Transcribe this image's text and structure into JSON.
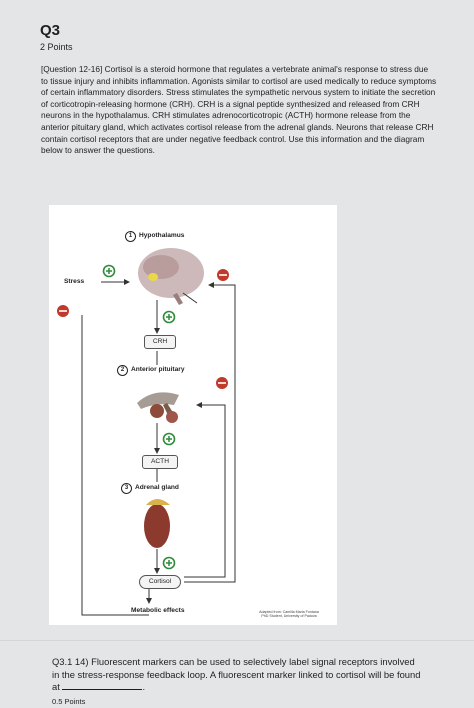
{
  "question": {
    "title": "Q3",
    "points": "2 Points",
    "passage": "[Question 12-16] Cortisol is a steroid hormone that regulates a vertebrate animal's response to stress due to tissue injury and inhibits inflammation. Agonists similar to cortisol are used medically to reduce symptoms of certain inflammatory disorders. Stress stimulates the sympathetic nervous system to initiate the secretion of corticotropin-releasing hormone (CRH). CRH is a signal peptide synthesized and released from CRH neurons in the hypothalamus. CRH stimulates adrenocorticotropic (ACTH) hormone release from the anterior pituitary gland, which activates cortisol release from the adrenal glands. Neurons that release CRH contain cortisol receptors that are under negative feedback control. Use this information and the diagram below to answer the questions."
  },
  "diagram": {
    "stress_label": "Stress",
    "step1_number": "1",
    "step1_label": "Hypothalamus",
    "crh_label": "CRH",
    "step2_number": "2",
    "step2_label": "Anterior pituitary",
    "acth_label": "ACTH",
    "step3_number": "3",
    "step3_label": "Adrenal gland",
    "cortisol_label": "Cortisol",
    "metabolic_label": "Metabolic effects",
    "credit_line1": "Adapted from: Camilla Maria Fontana",
    "credit_line2": "PhD Student, University of Padova",
    "plus_color": "#2e8b3a",
    "minus_color": "#c0392b"
  },
  "subquestion": {
    "label": "Q3.1 14)",
    "text": "Fluorescent markers can be used to selectively label signal receptors involved in the stress-response feedback loop. A fluorescent marker linked to cortisol will be found at",
    "blank_end": ".",
    "points": "0.5 Points"
  }
}
